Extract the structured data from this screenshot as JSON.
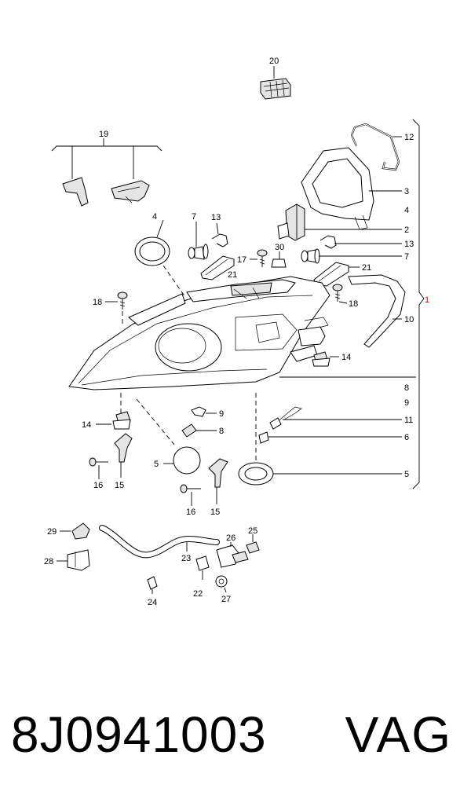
{
  "callouts": {
    "c20": "20",
    "c19": "19",
    "c12": "12",
    "c3": "3",
    "c4r": "4",
    "c2": "2",
    "c13r": "13",
    "c7r": "7",
    "c21r": "21",
    "c4l": "4",
    "c7l": "7",
    "c13l": "13",
    "c21l": "21",
    "c17": "17",
    "c30": "30",
    "c18l": "18",
    "c18r": "18",
    "c10": "10",
    "c1": "1",
    "c14r": "14",
    "c8r": "8",
    "c9r": "9",
    "c11": "11",
    "c6": "6",
    "c5r": "5",
    "c14l": "14",
    "c9l": "9",
    "c8l": "8",
    "c5l": "5",
    "c16l": "16",
    "c15l": "15",
    "c16r": "16",
    "c15r": "15",
    "c29": "29",
    "c25": "25",
    "c26": "26",
    "c23": "23",
    "c28": "28",
    "c22": "22",
    "c27": "27",
    "c24": "24"
  },
  "footer": {
    "part_number": "8J0941003",
    "brand": "VAG"
  }
}
